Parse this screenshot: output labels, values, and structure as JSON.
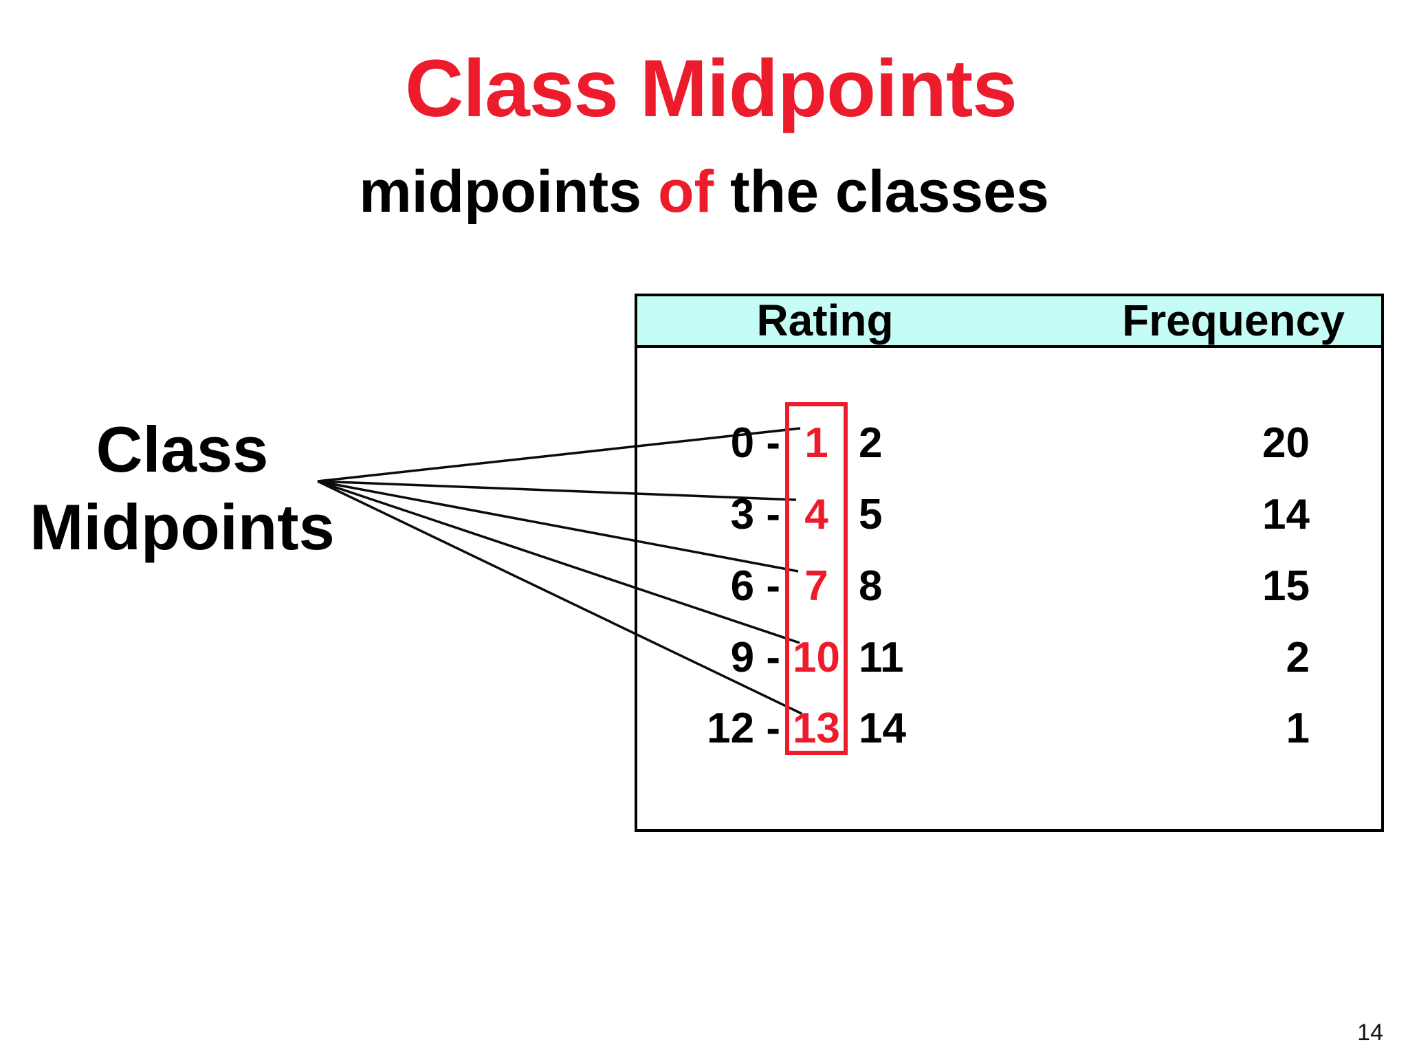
{
  "slide": {
    "title": "Class Midpoints",
    "subtitle": {
      "part1": "midpoints",
      "part2": "of",
      "part3": "the classes"
    },
    "page_number": "14"
  },
  "annotation": {
    "line1": "Class",
    "line2": "Midpoints"
  },
  "table": {
    "headers": [
      "Rating",
      "Frequency"
    ],
    "rows": [
      {
        "lower": "0 -",
        "midpoint": "1",
        "upper": "2",
        "frequency": "20"
      },
      {
        "lower": "3 -",
        "midpoint": "4",
        "upper": "5",
        "frequency": "14"
      },
      {
        "lower": "6 -",
        "midpoint": "7",
        "upper": "8",
        "frequency": "15"
      },
      {
        "lower": "9 -",
        "midpoint": "10",
        "upper": "11",
        "frequency": "2"
      },
      {
        "lower": "12 -",
        "midpoint": "13",
        "upper": "14",
        "frequency": "1"
      }
    ]
  },
  "colors": {
    "accent_red": "#ed1c2c",
    "header_bg": "#c5fcf5",
    "text_black": "#000000",
    "background": "#ffffff"
  },
  "chart_data": {
    "type": "table",
    "title": "Class Midpoints - midpoints of the classes",
    "columns": [
      "Rating",
      "Frequency"
    ],
    "classes": [
      "0 - 2",
      "3 - 5",
      "6 - 8",
      "9 - 11",
      "12 - 14"
    ],
    "midpoints": [
      1,
      4,
      7,
      10,
      13
    ],
    "frequencies": [
      20,
      14,
      15,
      2,
      1
    ]
  }
}
